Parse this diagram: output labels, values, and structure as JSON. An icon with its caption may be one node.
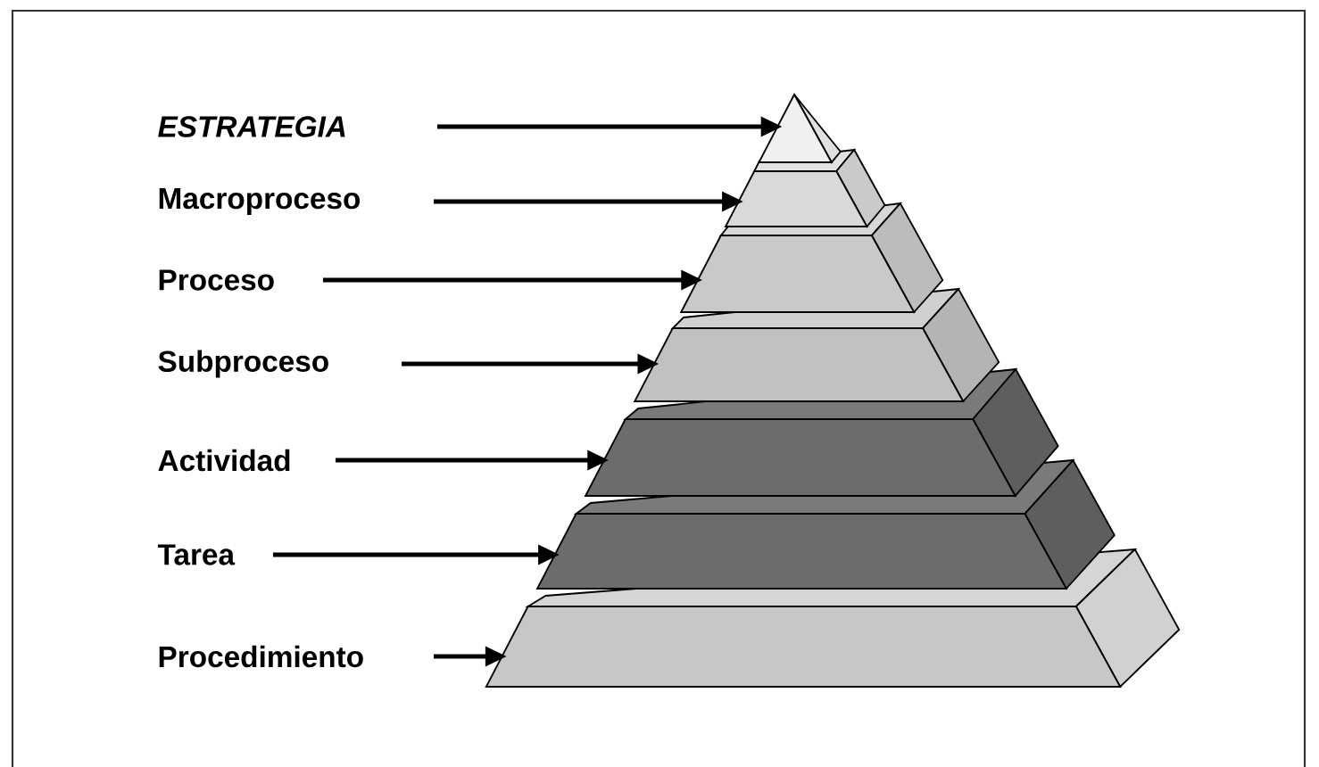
{
  "diagram": {
    "nodes": [
      {
        "text": [
          "ESTRATEGIA"
        ]
      },
      {
        "text": [
          "Macroproceso"
        ]
      },
      {
        "text": [
          "Proceso"
        ]
      },
      {
        "text": [
          "Subproceso"
        ]
      },
      {
        "text": [
          "Actividad"
        ]
      },
      {
        "text": [
          "Tarea"
        ]
      },
      {
        "text": [
          "Procedimiento"
        ]
      },
      {
        "text": [],
        "shape": "triangle"
      },
      {
        "text": [],
        "shape": "trapezoid"
      },
      {
        "text": [],
        "shape": "trapezoid"
      },
      {
        "text": [],
        "shape": "trapezoid"
      },
      {
        "text": [],
        "shape": "trapezoid"
      },
      {
        "text": [],
        "shape": "trapezoid"
      },
      {
        "text": [],
        "shape": "trapezoid"
      }
    ],
    "edges": [
      {
        "from": 0,
        "to": 7,
        "arrow": "to"
      },
      {
        "from": 1,
        "to": 8,
        "arrow": "to"
      },
      {
        "from": 2,
        "to": 9,
        "arrow": "to"
      },
      {
        "from": 3,
        "to": 10,
        "arrow": "to"
      },
      {
        "from": 4,
        "to": 11,
        "arrow": "to"
      },
      {
        "from": 5,
        "to": 12,
        "arrow": "to"
      },
      {
        "from": 6,
        "to": 13,
        "arrow": "to"
      }
    ]
  }
}
